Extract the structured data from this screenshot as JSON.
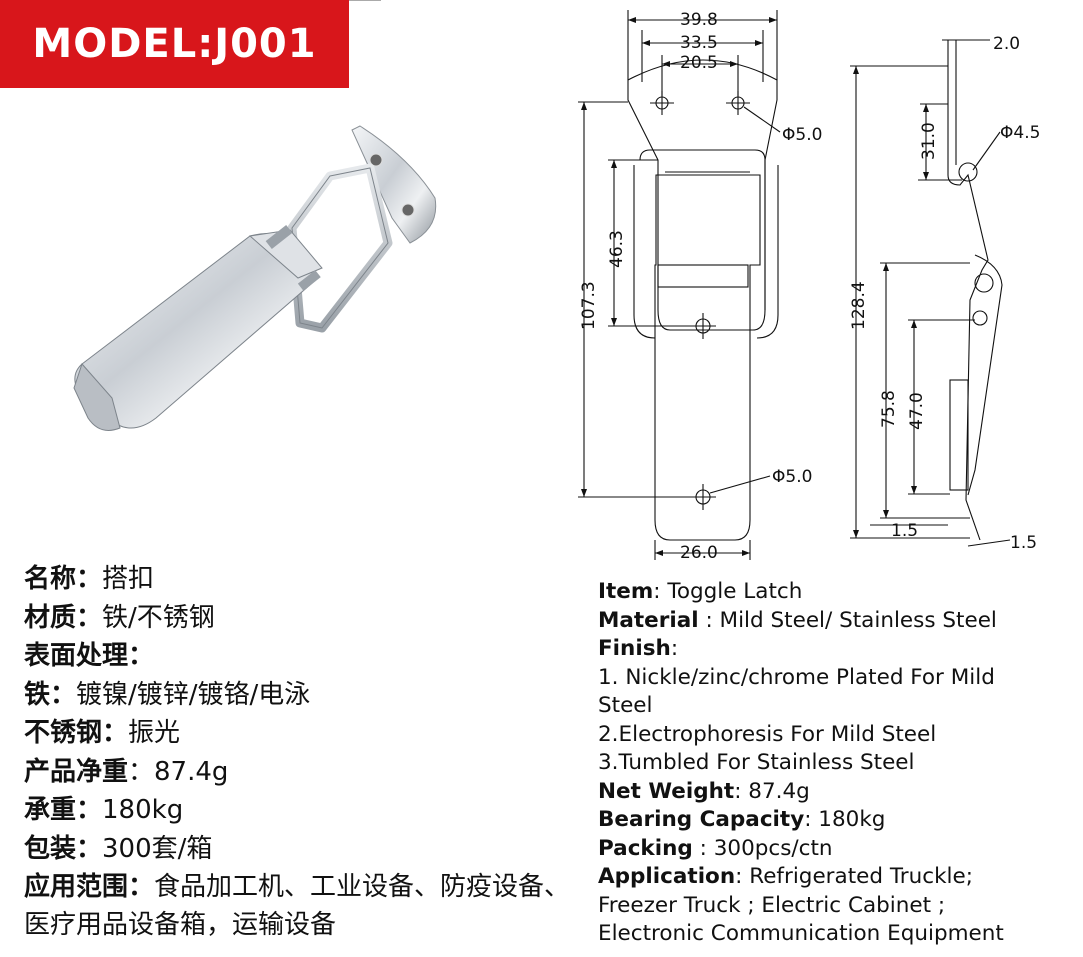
{
  "banner": {
    "title": "MODEL:J001"
  },
  "drawing": {
    "dims": {
      "w1": "39.8",
      "w2": "33.5",
      "w3": "20.5",
      "hole_top": "Φ5.0",
      "h_total": "107.3",
      "h_mid": "46.3",
      "hole_bottom": "Φ5.0",
      "w_bottom": "26.0",
      "thick": "2.0",
      "side_top": "31.0",
      "side_hole": "Φ4.5",
      "side_total": "128.4",
      "side_a": "75.8",
      "side_b": "47.0",
      "side_c": "1.5",
      "side_d": "1.5"
    }
  },
  "cn": {
    "name_label": "名称：",
    "name_value": "搭扣",
    "material_label": "材质：",
    "material_value": "铁/不锈钢",
    "surface_label": "表面处理：",
    "iron_label": "铁：",
    "iron_value": "镀镍/镀锌/镀铬/电泳",
    "ss_label": "不锈钢：",
    "ss_value": "振光",
    "weight_label": "产品净重",
    "weight_value": "：87.4g",
    "load_label": "承重：",
    "load_value": "180kg",
    "pack_label": "包装：",
    "pack_value": "300套/箱",
    "app_label": "应用范围：",
    "app_value": "食品加工机、工业设备、防疫设备、医疗用品设备箱，运输设备"
  },
  "en": {
    "item_label": "Item",
    "item_value": ": Toggle Latch",
    "material_label": "Material",
    "material_value": " : Mild Steel/ Stainless Steel",
    "finish_label": "Finish",
    "finish_colon": ":",
    "finish_1": "1. Nickle/zinc/chrome Plated For Mild",
    "finish_1b": "Steel",
    "finish_2": "2.Electrophoresis For Mild Steel",
    "finish_3": "3.Tumbled For Stainless Steel",
    "weight_label": "Net Weight",
    "weight_value": ": 87.4g",
    "bearing_label": "Bearing Capacity",
    "bearing_value": ": 180kg",
    "packing_label": "Packing",
    "packing_value": " : 300pcs/ctn",
    "app_label": "Application",
    "app_value": ": Refrigerated Truckle;",
    "app_2": "Freezer Truck ; Electric Cabinet ;",
    "app_3": "Electronic Communication Equipment"
  }
}
